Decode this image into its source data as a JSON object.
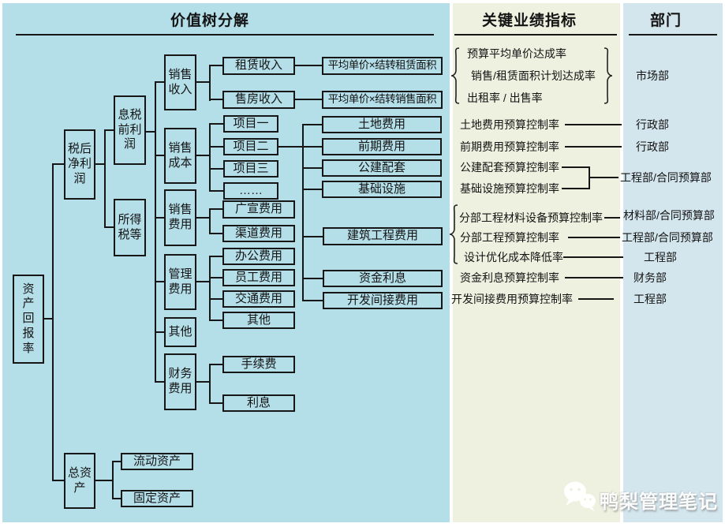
{
  "panels": {
    "value_tree_title": "价值树分解",
    "kpi_title": "关键业绩指标",
    "department_title": "部门"
  },
  "colors": {
    "left_panel": "#b4dee8",
    "middle_panel": "#eef0e0",
    "right_panel": "#d3e5ed",
    "line": "#161616"
  },
  "tree": {
    "roa": "资产回报率",
    "net_profit": "税后净利润",
    "total_assets": "总资产",
    "ebit": "息税前利润",
    "income_tax": "所得税等",
    "sales_revenue": "销售收入",
    "sales_cost": "销售成本",
    "sales_expense": "销售费用",
    "admin_expense": "管理费用",
    "other_l1": "其他",
    "finance_expense": "财务费用",
    "rental_income": "租赁收入",
    "housing_income": "售房收入",
    "project_1": "项目一",
    "project_2": "项目二",
    "project_3": "项目三",
    "project_more": "……",
    "ad_expense": "广宣费用",
    "channel_expense": "渠道费用",
    "office_expense": "办公费用",
    "staff_expense": "员工费用",
    "transport_expense": "交通费用",
    "other_l2": "其他",
    "service_fee": "手续费",
    "interest": "利息",
    "rental_formula": "平均单价×结转租赁面积",
    "sales_formula": "平均单价×结转销售面积",
    "land_cost": "土地费用",
    "early_cost": "前期费用",
    "public_facilities": "公建配套",
    "infrastructure": "基础设施",
    "construction_cost": "建筑工程费用",
    "capital_interest": "资金利息",
    "dev_indirect_cost": "开发间接费用",
    "current_assets": "流动资产",
    "fixed_assets": "固定资产"
  },
  "kpi": {
    "group1_row1": "预算平均单价达成率",
    "group1_row2": "销售/租赁面积计划达成率",
    "group1_row3": "出租率 / 出售率",
    "land": "土地费用预算控制率",
    "early": "前期费用预算控制率",
    "public": "公建配套预算控制率",
    "infra": "基础设施预算控制率",
    "material": "分部工程材料设备预算控制率",
    "division": "分部工程预算控制率",
    "design": "设计优化成本降低率",
    "capital": "资金利息预算控制率",
    "indirect": "开发间接费用预算控制率"
  },
  "departments": {
    "marketing": "市场部",
    "admin1": "行政部",
    "admin2": "行政部",
    "eng_contract1": "工程部/合同预算部",
    "material": "材料部/合同预算部",
    "eng_contract2": "工程部/合同预算部",
    "engineering1": "工程部",
    "finance": "财务部",
    "engineering2": "工程部"
  },
  "watermark": "鸭梨管理笔记"
}
